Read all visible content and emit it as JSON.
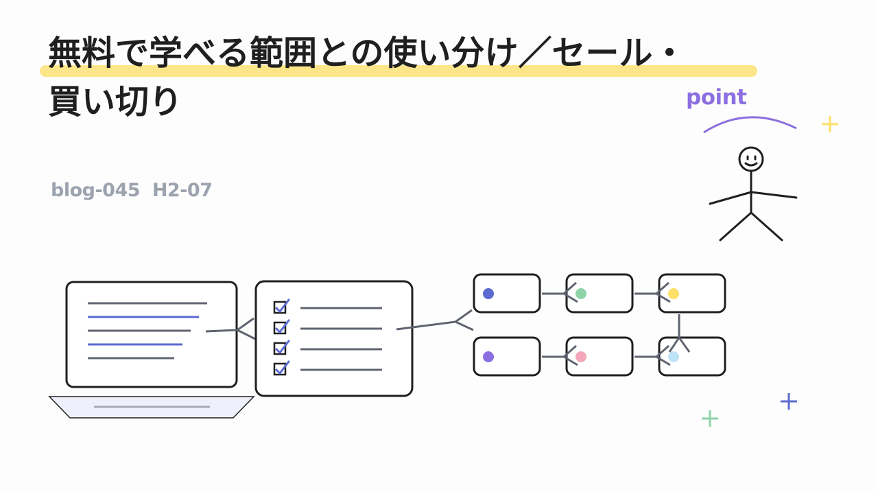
{
  "title": {
    "line1": "無料で学べる範囲との使い分け／セール・",
    "line2": "買い切り"
  },
  "code": "blog-045  H2-07",
  "point_label": "point",
  "colors": {
    "highlight": "#fde68a",
    "accent_blue": "#5b6ad0",
    "accent_purple": "#8b6fe0",
    "connector": "#5f6470",
    "outline": "#1f1f1f",
    "muted_text": "#9ca3af"
  },
  "node_dots": [
    {
      "row": 1,
      "col": 1,
      "color": "#5b6ad0"
    },
    {
      "row": 1,
      "col": 2,
      "color": "#8fd3a8"
    },
    {
      "row": 1,
      "col": 3,
      "color": "#fde068"
    },
    {
      "row": 2,
      "col": 1,
      "color": "#8b6fe0"
    },
    {
      "row": 2,
      "col": 2,
      "color": "#f4a7b9"
    },
    {
      "row": 2,
      "col": 3,
      "color": "#bfe3f8"
    }
  ],
  "icons": [
    "laptop-icon",
    "checklist-icon",
    "stick-figure-icon",
    "plus-icon"
  ]
}
